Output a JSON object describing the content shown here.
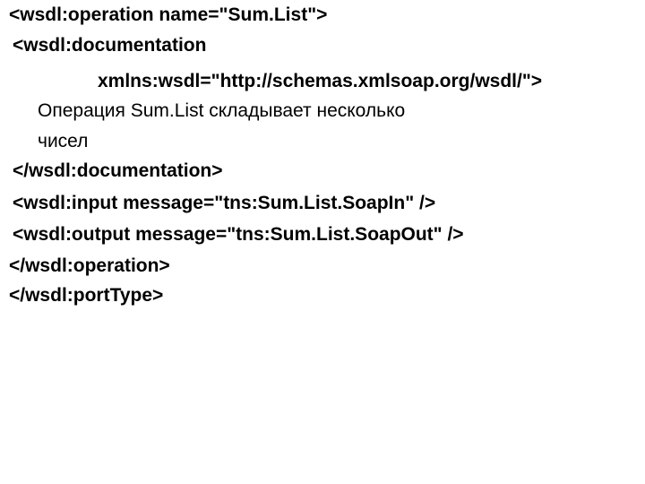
{
  "code_lines": [
    "<wsdl:operation name=\"Sum.List\">",
    "<wsdl:documentation",
    "xmlns:wsdl=\"http://schemas.xmlsoap.org/wsdl/\">",
    "Операция Sum.List складывает несколько",
    "чисел",
    "</wsdl:documentation>",
    "<wsdl:input message=\"tns:Sum.List.SoapIn\" />",
    "<wsdl:output message=\"tns:Sum.List.SoapOut\" />",
    "</wsdl:operation>",
    "</wsdl:portType>"
  ]
}
